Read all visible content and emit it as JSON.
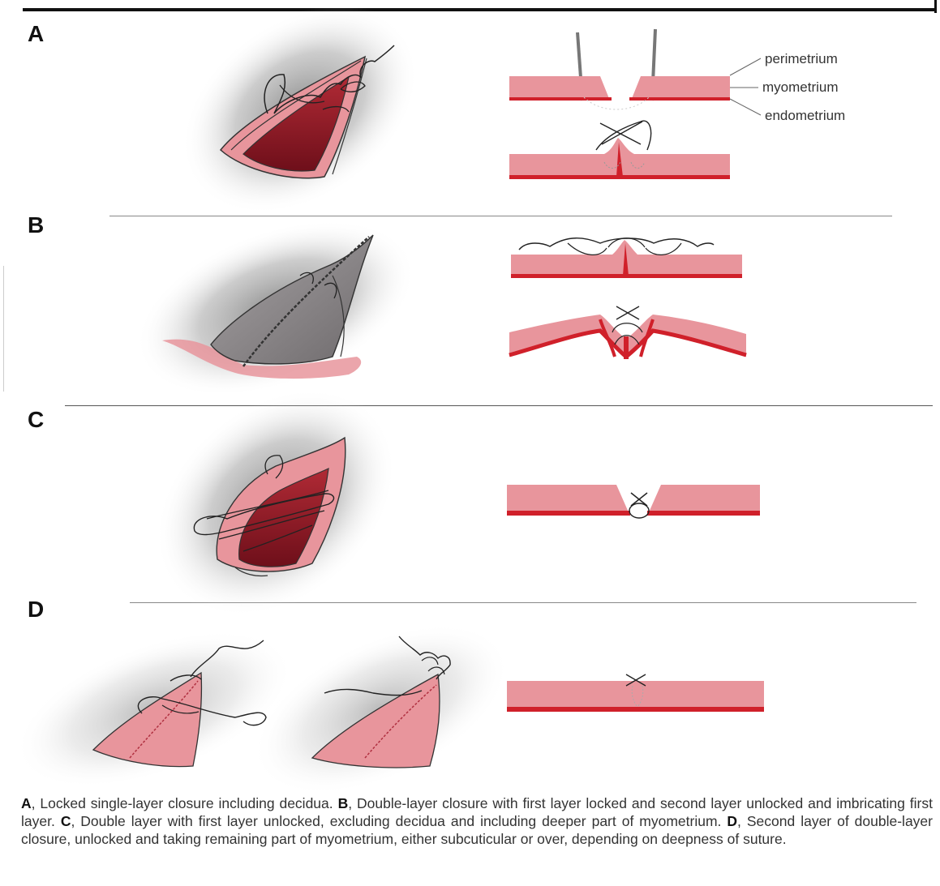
{
  "panels": [
    {
      "label": "A"
    },
    {
      "label": "B"
    },
    {
      "label": "C"
    },
    {
      "label": "D"
    }
  ],
  "layer_labels": {
    "perimetrium": "perimetrium",
    "myometrium": "myometrium",
    "endometrium": "endometrium"
  },
  "caption": {
    "a_label": "A",
    "a_text": ", Locked single-layer closure including decidua. ",
    "b_label": "B",
    "b_text": ", Double-layer closure with first layer locked and second layer unlocked and imbricating first layer. ",
    "c_label": "C",
    "c_text": ", Double layer with first layer unlocked, excluding decidua and including deeper part of myometrium. ",
    "d_label": "D",
    "d_text": ", Second layer of double-layer closure, unlocked and taking remaining part of myometrium, either subcuticular or over, depending on deepness of suture."
  },
  "colors": {
    "tissue_pink": "#e8959c",
    "endometrium_red": "#d0202a",
    "cavity_dark": "#8e1a25",
    "shadow_gray": "#9a9a9a",
    "suture": "#222222"
  }
}
